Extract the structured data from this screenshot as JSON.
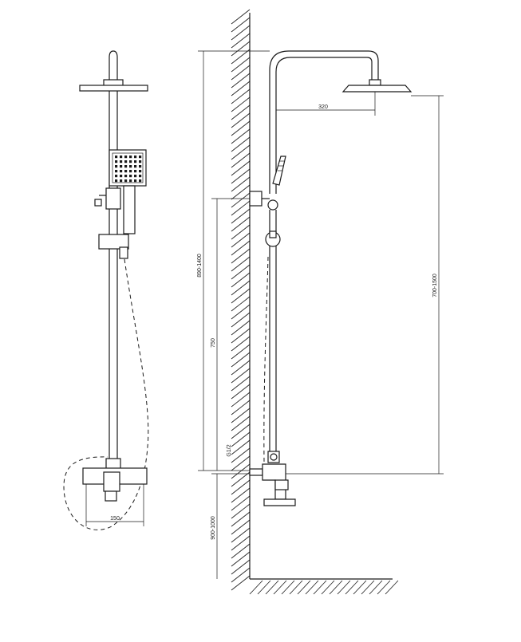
{
  "dimensions": {
    "width_150": "150",
    "offset_320": "320",
    "height_890_1400": "890-1400",
    "height_750": "750",
    "height_700_1500": "700-1500",
    "height_900_1000": "900-1000",
    "thread_g12": "G1/2"
  }
}
